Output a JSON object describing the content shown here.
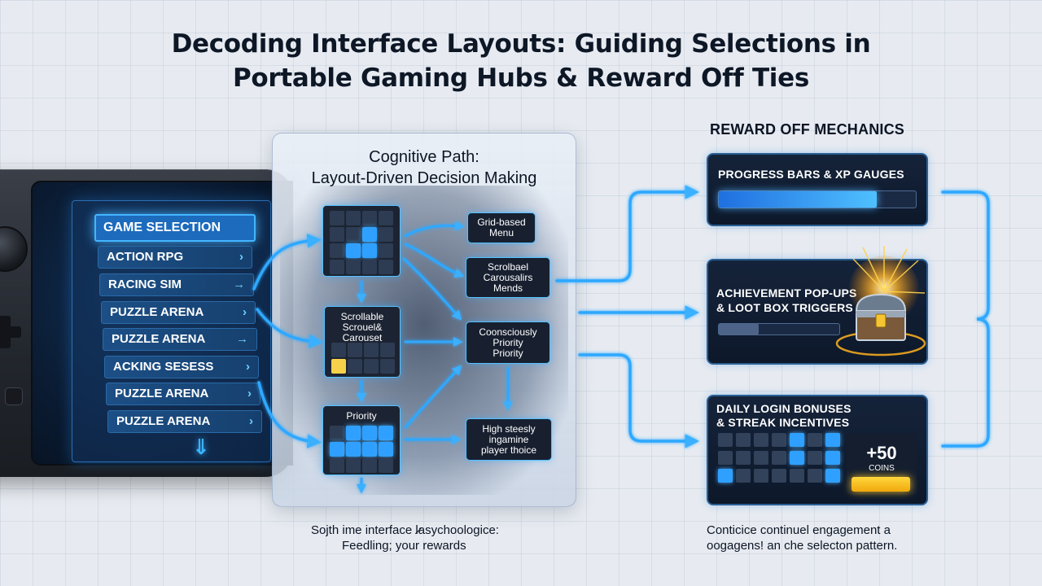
{
  "title": {
    "line1": "Decoding Interface Layouts: Guiding Selections in",
    "line2": "Portable Gaming Hubs & Reward Off Ties"
  },
  "device_menu": {
    "header": "GAME SELECTION",
    "items": [
      {
        "label": "ACTION RPG",
        "icon": "chevron-right-icon"
      },
      {
        "label": "RACING SIM",
        "icon": "arrow-right-icon"
      },
      {
        "label": "PUZZLE ARENA",
        "icon": "chevron-right-icon"
      },
      {
        "label": "PUZZLE ARENA",
        "icon": "arrow-right-icon"
      },
      {
        "label": "ACKING SESESS",
        "icon": "chevron-right-icon"
      },
      {
        "label": "PUZZLE ARENA",
        "icon": "chevron-right-icon"
      },
      {
        "label": "PUZZLE ARENA",
        "icon": "chevron-right-icon"
      }
    ],
    "scroll_icon": "arrow-down-icon"
  },
  "cognitive_path": {
    "title_line1": "Cognitive Path:",
    "title_line2": "Layout-Driven Decision Making",
    "nodes": {
      "scrollable_carousel": [
        "Scrollable",
        "Scrouel&",
        "Carouset"
      ],
      "priority": "Priority",
      "grid_menu": [
        "Grid-based",
        "Menu"
      ],
      "carousel_menus": [
        "Scrolbael",
        "Carousalirs",
        "Mends"
      ],
      "consciously_priority": [
        "Coonsciously",
        "Priority",
        "Priority"
      ],
      "high_steesly": [
        "High steesly",
        "ingamine",
        "player thoice"
      ]
    },
    "caption_line1": "Sojth ime interface l̷asychoologice:",
    "caption_line2": "Feedling; your rewards"
  },
  "rewards": {
    "heading": "REWARD OFF MECHANICS",
    "cards": [
      {
        "title": "PROGRESS BARS & XP GAUGES",
        "progress": 0.8,
        "color": "#2e95ff"
      },
      {
        "title_line1": "ACHIEVEMENT POP-UPS",
        "title_line2": "& LOOT BOX TRIGGERS",
        "progress": 0.33,
        "icon": "treasure-chest-icon"
      },
      {
        "title_line1": "DAILY LOGIN BONUSES",
        "title_line2": "& STREAK INCENTIVES",
        "coins_value": "+50",
        "coins_label": "COINS"
      }
    ],
    "caption_line1": "Conticice continuel engagement a",
    "caption_line2": "oogagens! an che selecton pattern."
  },
  "colors": {
    "accent": "#2fa0ff",
    "glow": "#55c2ff",
    "gold": "#f5c32a",
    "dark_panel": "#0d182a"
  }
}
